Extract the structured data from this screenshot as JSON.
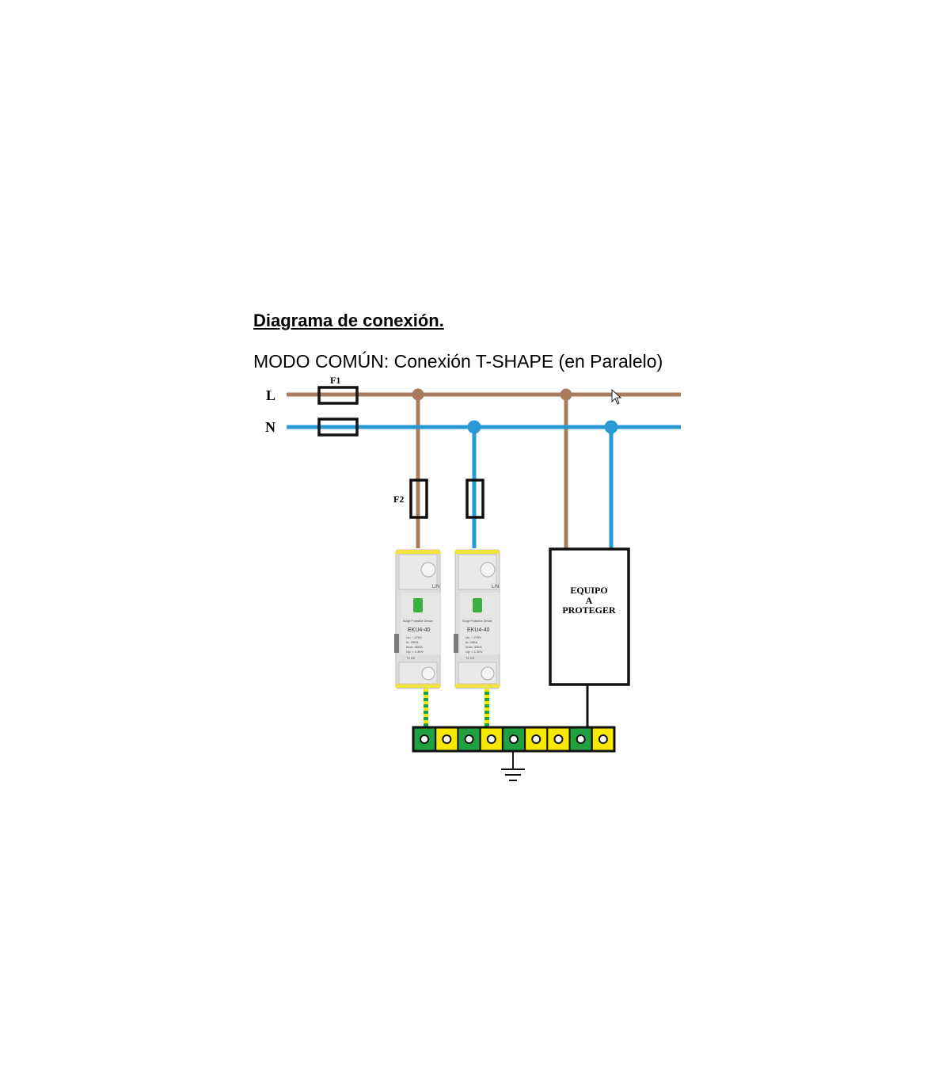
{
  "document": {
    "heading": "Diagrama de conexión.",
    "subheading": "MODO COMÚN: Conexión T-SHAPE (en Paralelo)"
  },
  "diagram": {
    "line_label": "L",
    "neutral_label": "N",
    "fuse_main_label": "F1",
    "fuse_branch_label": "F2",
    "equipment_label_lines": [
      "EQUIPO",
      "A",
      "PROTEGER"
    ],
    "spd_devices": [
      {
        "terminal_label": "L/N",
        "device_name": "Surge Protective Device",
        "model": "EKU4-40",
        "specs": [
          "Uc: ~ 275V",
          "In: 20KA",
          "Imax: 40KA",
          "Up: < 1.3KV"
        ],
        "marks": "T2  CE"
      },
      {
        "terminal_label": "L/N",
        "device_name": "Surge Protective Device",
        "model": "EKU4-40",
        "specs": [
          "Uc: ~ 275V",
          "In: 20KA",
          "Imax: 40KA",
          "Up: < 1.3KV"
        ],
        "marks": "T2  CE"
      }
    ],
    "ground_bar_terminals": [
      "green",
      "yellow",
      "green",
      "yellow",
      "green",
      "yellow",
      "yellow",
      "green",
      "yellow"
    ],
    "colors": {
      "line": "#a97c5e",
      "neutral": "#2a9ad6",
      "ground_green": "#21a040",
      "ground_yellow": "#f6e800",
      "outline": "#111111",
      "device_body": "#dedede",
      "device_accent": "#f2e33a"
    }
  }
}
